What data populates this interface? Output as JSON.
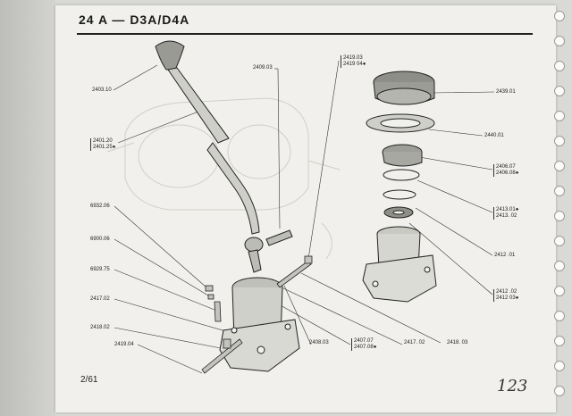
{
  "header": {
    "title": "24 A — D3A/D4A"
  },
  "folio": "2/61",
  "page_number": "123",
  "callouts": {
    "knob": "2403.10",
    "lever_a": "2401.20",
    "lever_b": "2401.25●",
    "pin": "2409.03",
    "bolt_top_a": "2419.03",
    "bolt_top_b": "2419 04●",
    "left_1": "6932.06",
    "left_2": "6900.06",
    "left_3": "6929.75",
    "left_4": "2417.02",
    "left_5": "2418.02",
    "left_6": "2419.04",
    "bottom_1": "2408.03",
    "bottom_2a": "2407.07",
    "bottom_2b": "2407.08●",
    "bottom_3": "2417. 02",
    "bottom_4": "2418. 03",
    "right_1": "2439.01",
    "right_2": "2440.01",
    "right_3a": "2406.07",
    "right_3b": "2406.08●",
    "right_4a": "2413.01●",
    "right_4b": "2413. 02",
    "right_5": "2412 .01",
    "right_6a": "2412 .02",
    "right_6b": "2412 03●"
  }
}
